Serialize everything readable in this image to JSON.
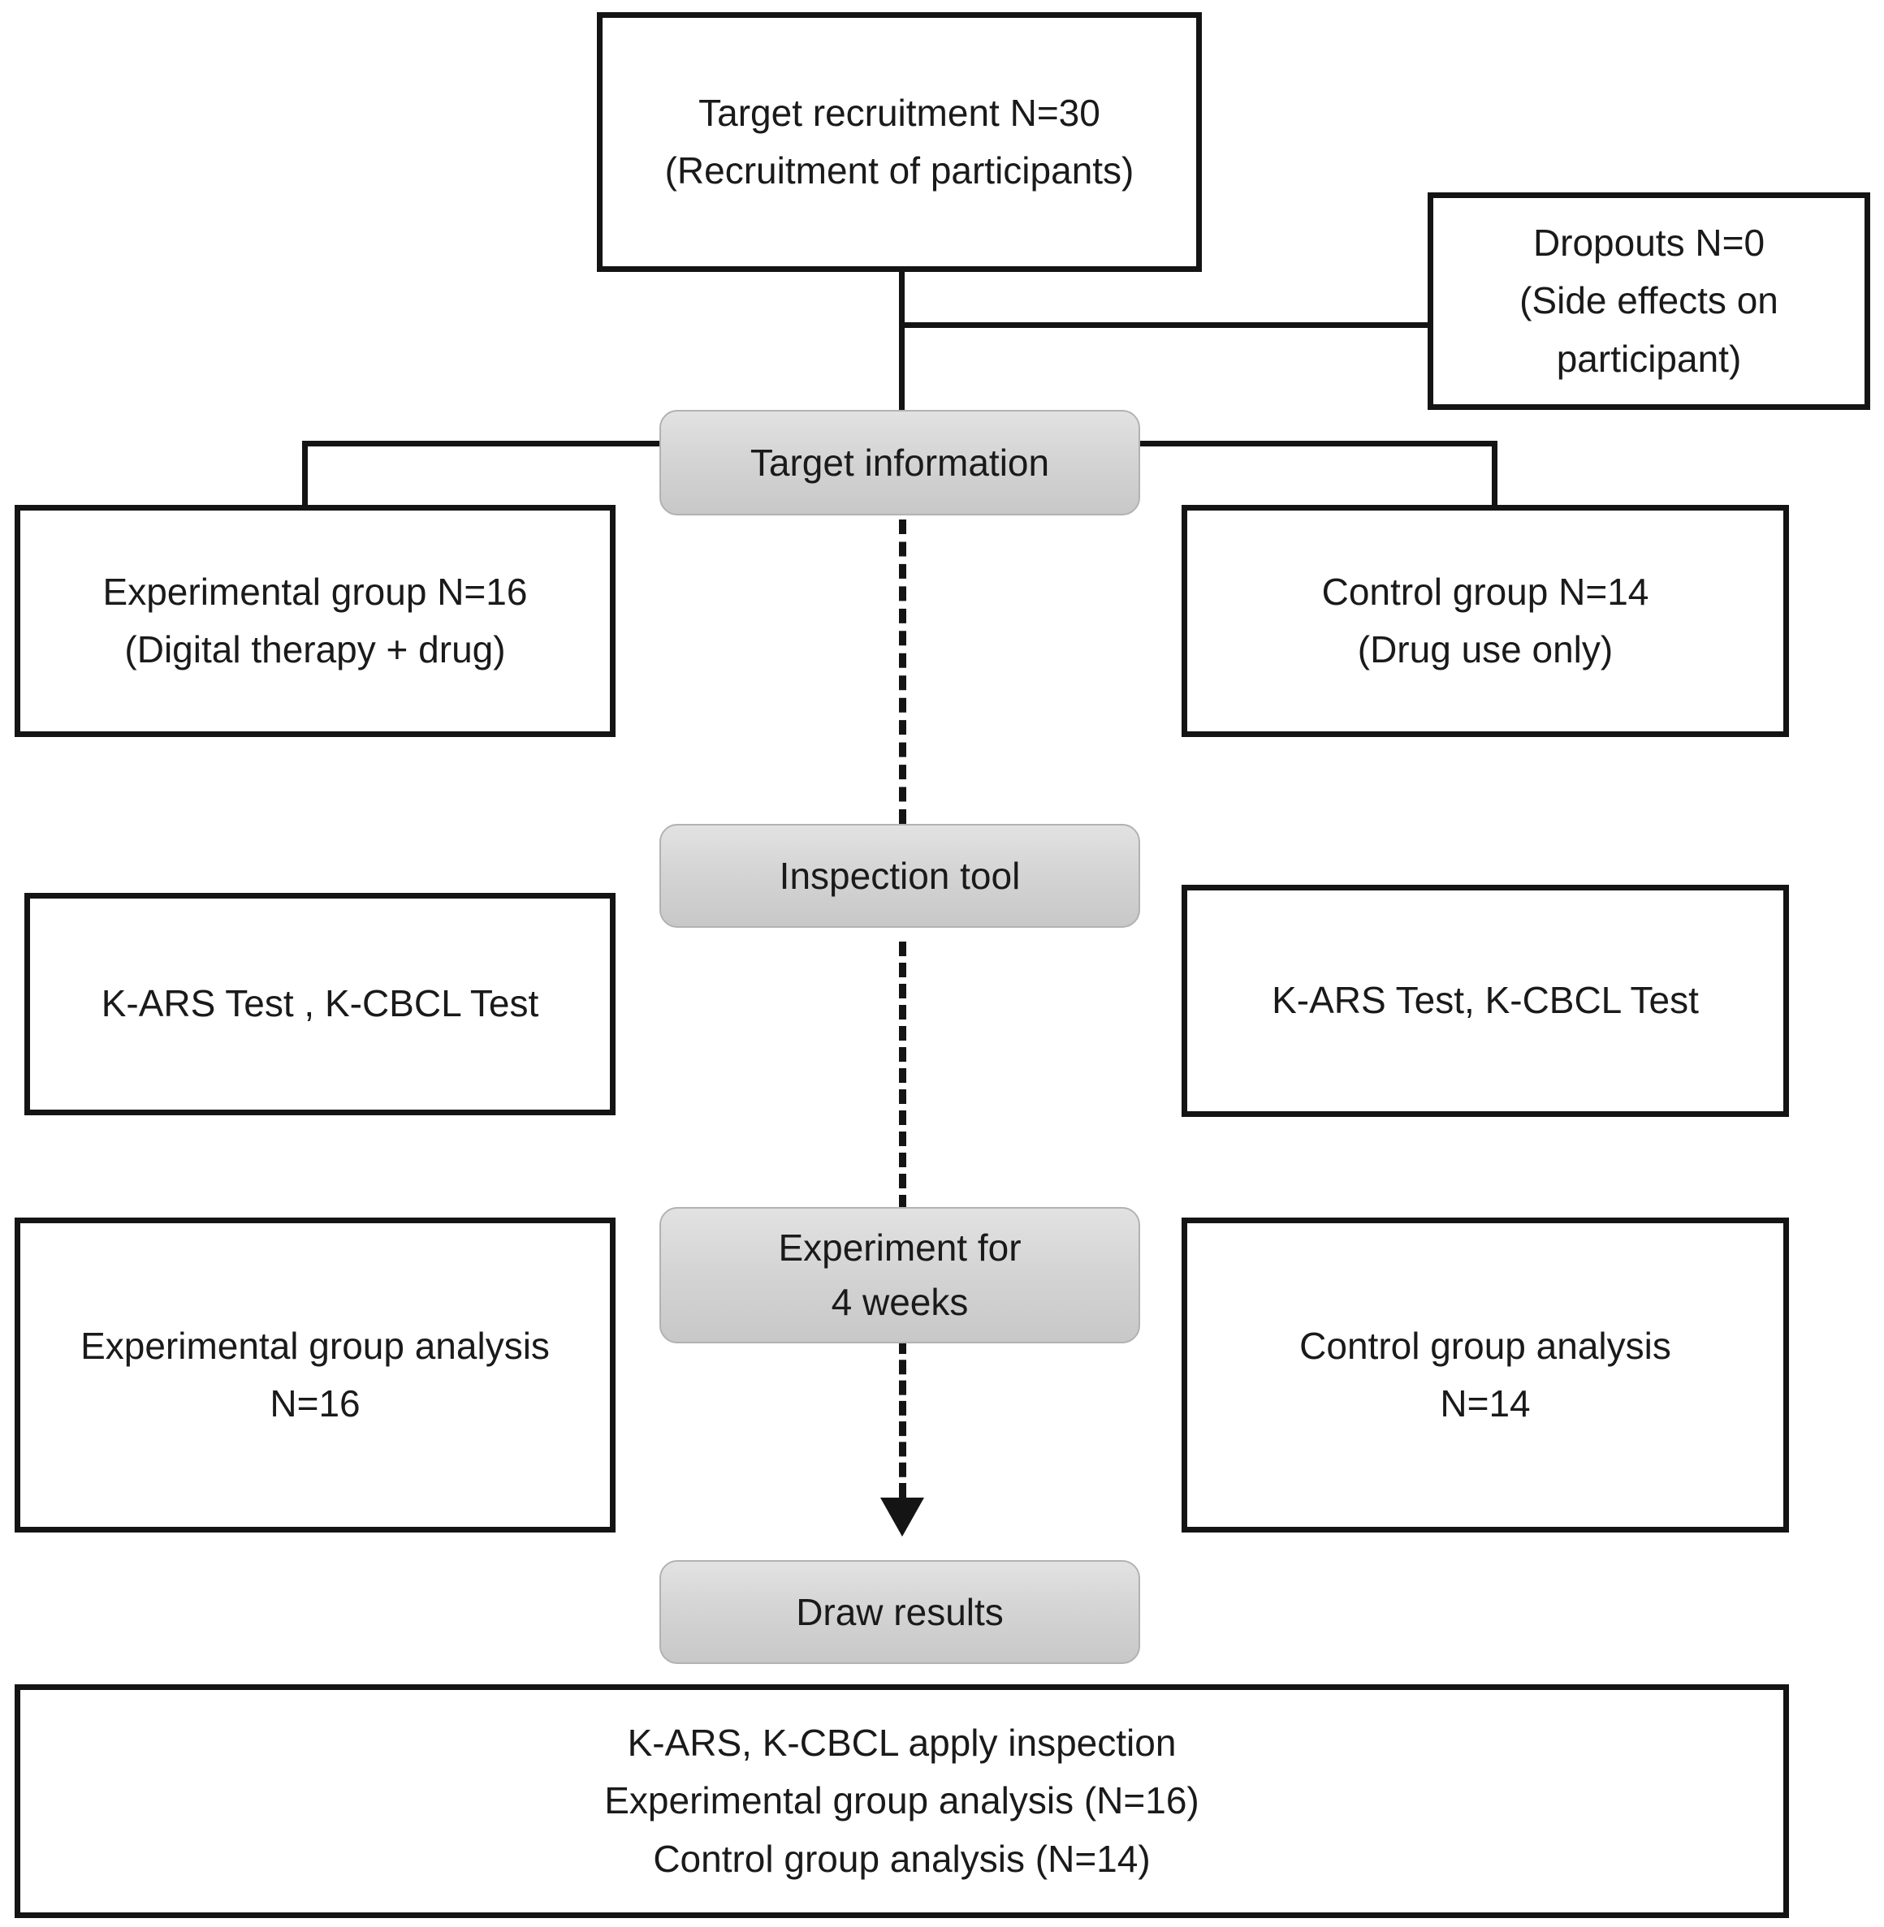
{
  "diagram": {
    "title": "Clinical study participant flow diagram",
    "colors": {
      "box_border": "#141414",
      "box_fill": "#ffffff",
      "pill_fill_top": "#e2e2e2",
      "pill_fill_bottom": "#c8c8c8",
      "pill_border": "#b2b2b2",
      "text": "#1a1a1a",
      "connector": "#141414"
    },
    "nodes": {
      "recruitment": {
        "lines": [
          "Target recruitment N=30",
          "(Recruitment of participants)"
        ]
      },
      "dropouts": {
        "lines": [
          "Dropouts N=0",
          "(Side effects on",
          "participant)"
        ]
      },
      "stage_target_information": {
        "lines": [
          "Target information"
        ]
      },
      "experimental_group": {
        "lines": [
          "Experimental group N=16",
          "(Digital therapy + drug)"
        ]
      },
      "control_group": {
        "lines": [
          "Control group N=14",
          "(Drug use only)"
        ]
      },
      "stage_inspection_tool": {
        "lines": [
          "Inspection tool"
        ]
      },
      "experimental_tests": {
        "lines": [
          "K-ARS Test , K-CBCL Test"
        ]
      },
      "control_tests": {
        "lines": [
          "K-ARS Test, K-CBCL Test"
        ]
      },
      "stage_experiment_duration": {
        "lines": [
          "Experiment for",
          "4 weeks"
        ]
      },
      "experimental_analysis": {
        "lines": [
          "Experimental group analysis",
          "N=16"
        ]
      },
      "control_analysis": {
        "lines": [
          "Control group analysis",
          "N=14"
        ]
      },
      "stage_draw_results": {
        "lines": [
          "Draw results"
        ]
      },
      "final_results": {
        "lines": [
          "K-ARS, K-CBCL apply inspection",
          "Experimental group analysis (N=16)",
          "Control group analysis (N=14)"
        ]
      }
    }
  }
}
